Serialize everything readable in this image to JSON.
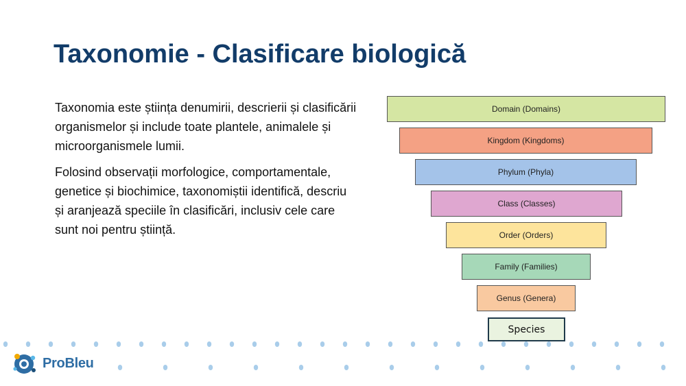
{
  "slide": {
    "title": "Taxonomie - Clasificare biologică",
    "paragraphs": [
      "Taxonomia este știința denumirii, descrierii și clasificării organismelor și include toate plantele, animalele și microorganismele lumii.",
      "Folosind observații morfologice, comportamentale, genetice și biochimice, taxonomiștii identifică, descriu și aranjează speciile în clasificări, inclusiv cele care sunt noi pentru știință."
    ]
  },
  "pyramid": {
    "levels": [
      {
        "label": "Domain (Domains)",
        "color": "#d5e6a3"
      },
      {
        "label": "Kingdom (Kingdoms)",
        "color": "#f4a184"
      },
      {
        "label": "Phylum (Phyla)",
        "color": "#a4c3e9"
      },
      {
        "label": "Class (Classes)",
        "color": "#dfa7d0"
      },
      {
        "label": "Order (Orders)",
        "color": "#fde49c"
      },
      {
        "label": "Family (Families)",
        "color": "#a6d8b8"
      },
      {
        "label": "Genus (Genera)",
        "color": "#f9c9a0"
      },
      {
        "label": "Species",
        "color": "#eaf3e0"
      }
    ]
  },
  "branding": {
    "logo_text": "ProBleu",
    "logo_icon": "probleu-logo-icon",
    "accent_color": "#2e6da4",
    "title_color": "#123c69",
    "dot_color": "#a9cdea"
  }
}
